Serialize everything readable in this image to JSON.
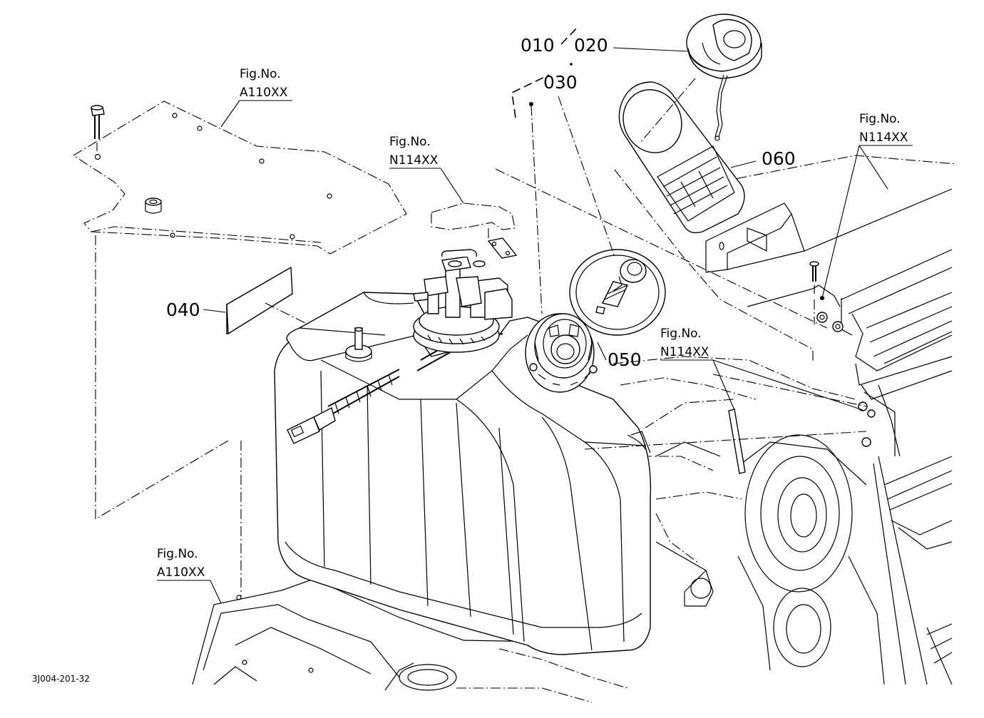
{
  "diagram": {
    "drawing_code": "3J004-201-32",
    "part_callouts": [
      {
        "id": "p010",
        "label": "010"
      },
      {
        "id": "p020",
        "label": "020"
      },
      {
        "id": "p030",
        "label": "030"
      },
      {
        "id": "p040",
        "label": "040"
      },
      {
        "id": "p050",
        "label": "050"
      },
      {
        "id": "p060",
        "label": "060"
      }
    ],
    "figure_refs": [
      {
        "id": "ref1",
        "line1": "Fig.No.",
        "line2": "A110XX"
      },
      {
        "id": "ref2",
        "line1": "Fig.No.",
        "line2": "N114XX"
      },
      {
        "id": "ref3",
        "line1": "Fig.No.",
        "line2": "N114XX"
      },
      {
        "id": "ref4",
        "line1": "Fig.No.",
        "line2": "N114XX"
      },
      {
        "id": "ref5",
        "line1": "Fig.No.",
        "line2": "A110XX"
      }
    ]
  }
}
